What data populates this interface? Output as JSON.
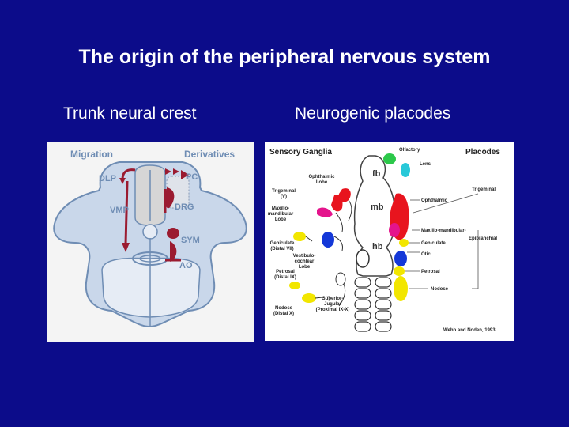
{
  "slide": {
    "title": "The origin of the peripheral nervous system",
    "left_subtitle": "Trunk neural crest",
    "right_subtitle": "Neurogenic placodes"
  },
  "left_diagram": {
    "header_left": "Migration",
    "header_right": "Derivatives",
    "labels": {
      "dlp": "DLP",
      "pc": "PC",
      "vmp": "VMP",
      "drg": "DRG",
      "sym": "SYM",
      "ao": "AO"
    },
    "colors": {
      "crest": "#9b1b30",
      "tissue": "#c9d7ea",
      "outline": "#6f8db4"
    }
  },
  "right_diagram": {
    "header_left": "Sensory Ganglia",
    "header_right": "Placodes",
    "brain": {
      "fb": "fb",
      "mb": "mb",
      "hb": "hb"
    },
    "left_labels": {
      "ophthalmic_lobe": [
        "Ophthalmic",
        "Lobe"
      ],
      "trigeminal": [
        "Trigeminal",
        "(V)"
      ],
      "maxillo_lobe": [
        "Maxillo-",
        "mandibular",
        "Lobe"
      ],
      "geniculate": [
        "Geniculate",
        "(Distal VII)"
      ],
      "vestibulo": [
        "Vestibulo-",
        "cochlear",
        "Lobe"
      ],
      "petrosal": [
        "Petrosal",
        "(Distal IX)"
      ],
      "superior_jugular": [
        "Superior-",
        "Jugular",
        "(Proximal IX-X)"
      ],
      "nodose": [
        "Nodose",
        "(Distal X)"
      ]
    },
    "right_labels": {
      "olfactory": "Olfactory",
      "lens": "Lens",
      "trigeminal": "Trigeminal",
      "ophthalmic": "Ophthalmic",
      "maxillo": "Maxillo-mandibular-",
      "epibranchial": "Epibranchial",
      "geniculate": "Geniculate",
      "otic": "Otic",
      "petrosal": "Petrosal",
      "nodose": "Nodose"
    },
    "credit": "Webb and Noden, 1993",
    "colors": {
      "red": "#e8141e",
      "magenta": "#e4148c",
      "yellow": "#f2e600",
      "blue": "#1438d8",
      "green": "#2cc84a",
      "cyan": "#28c8d8"
    }
  }
}
